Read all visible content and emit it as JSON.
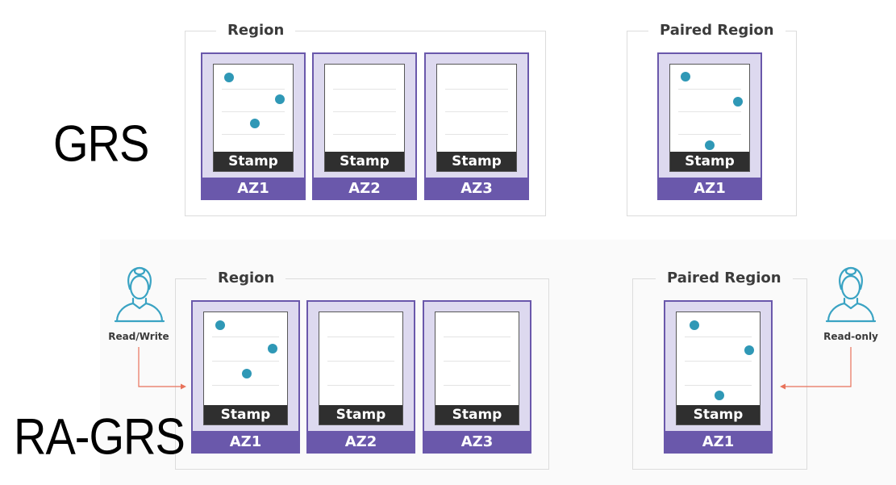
{
  "diagrams": [
    {
      "label": "GRS",
      "region": {
        "title": "Region",
        "zones": [
          {
            "az": "AZ1",
            "stamp": "Stamp",
            "has_data": true
          },
          {
            "az": "AZ2",
            "stamp": "Stamp",
            "has_data": false
          },
          {
            "az": "AZ3",
            "stamp": "Stamp",
            "has_data": false
          }
        ]
      },
      "paired_region": {
        "title": "Paired Region",
        "zones": [
          {
            "az": "AZ1",
            "stamp": "Stamp",
            "has_data": true
          }
        ]
      }
    },
    {
      "label": "RA-GRS",
      "region": {
        "title": "Region",
        "zones": [
          {
            "az": "AZ1",
            "stamp": "Stamp",
            "has_data": true
          },
          {
            "az": "AZ2",
            "stamp": "Stamp",
            "has_data": false
          },
          {
            "az": "AZ3",
            "stamp": "Stamp",
            "has_data": false
          }
        ]
      },
      "paired_region": {
        "title": "Paired Region",
        "zones": [
          {
            "az": "AZ1",
            "stamp": "Stamp",
            "has_data": true
          }
        ]
      },
      "users": [
        {
          "label": "Read/Write",
          "icon": "user-icon"
        },
        {
          "label": "Read-only",
          "icon": "user-icon"
        }
      ],
      "arrow_color": "#e8725a"
    }
  ],
  "colors": {
    "az_purple": "#6a58ab",
    "card_fill": "#ddd9ef",
    "stamp_dark": "#2f2f2f",
    "dot_teal": "#2f98b6",
    "user_teal": "#3aa3c3"
  }
}
